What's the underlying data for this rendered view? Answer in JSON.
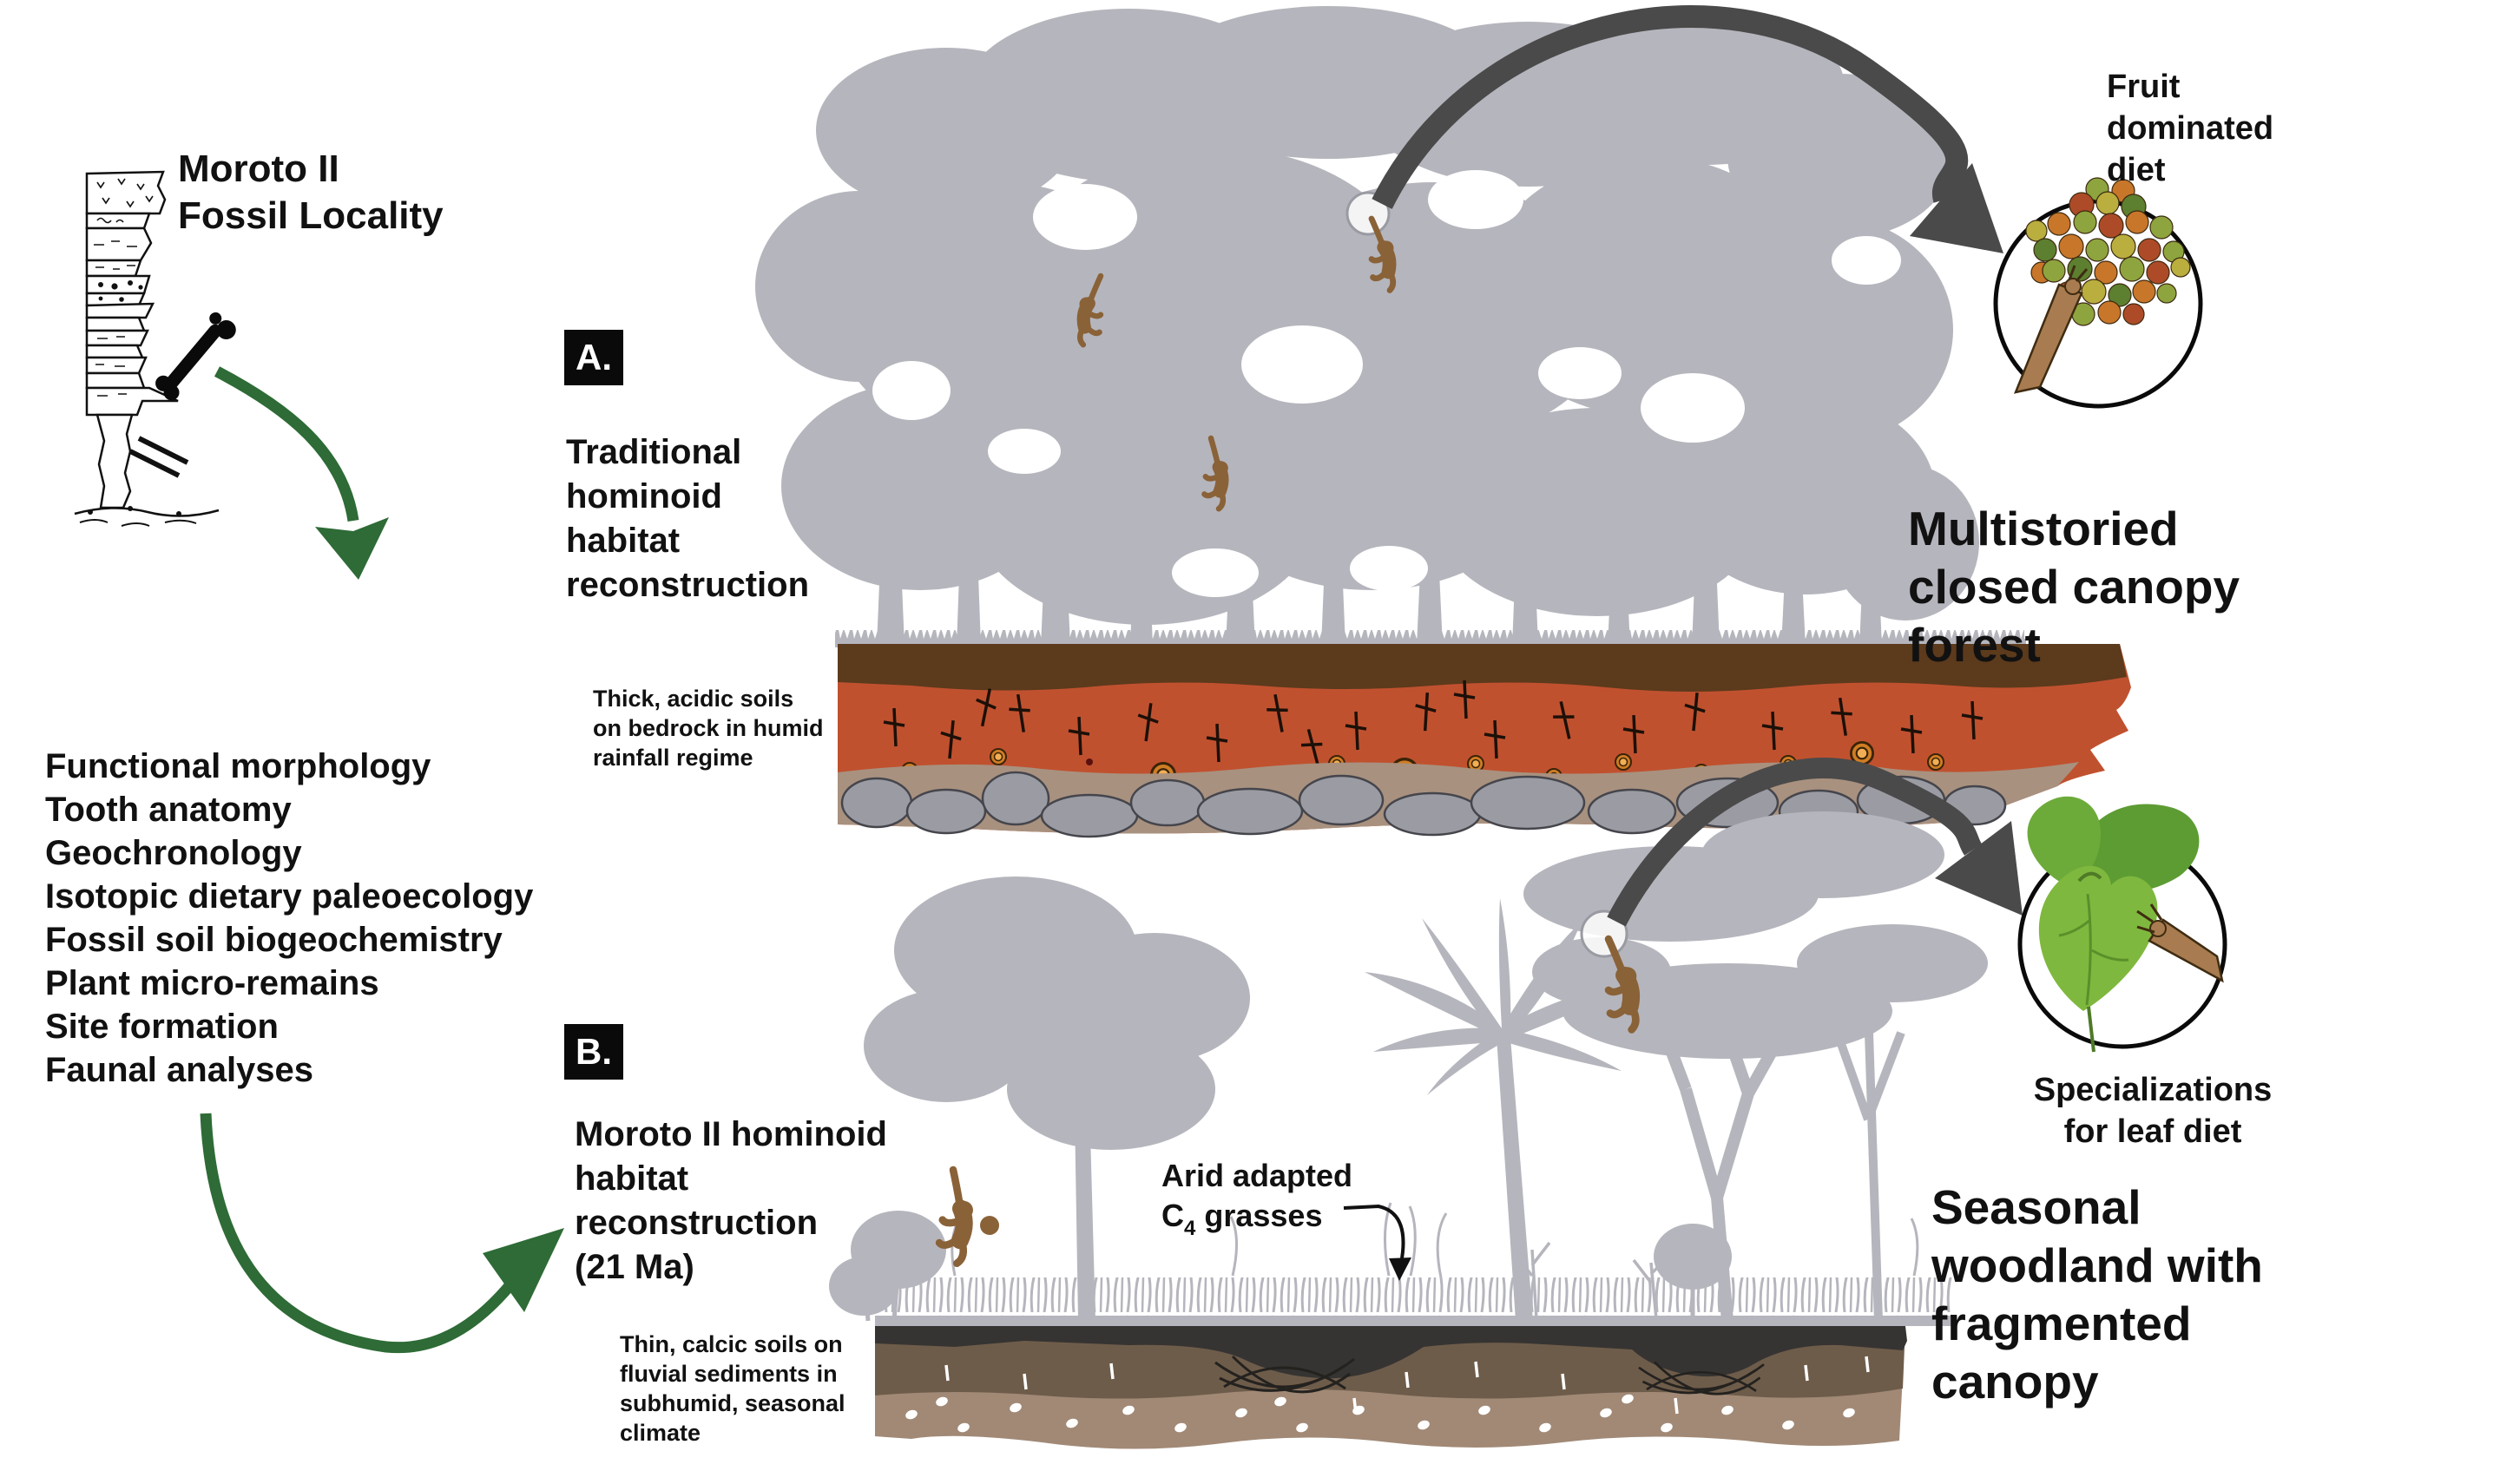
{
  "colors": {
    "forest_gray": "#b5b5bd",
    "green_arrow": "#2e6b36",
    "dark_arrow": "#4a4a4a",
    "ape_brown": "#8a6238",
    "soilA_top_brown": "#5c3a1c",
    "soilA_red": "#c0512f",
    "soilA_tan": "#a8917f",
    "boulder_gray": "#9b9ba3",
    "soilB_black": "#363432",
    "soilB_brown": "#6e5c4a",
    "soilB_tan": "#a18976",
    "leaf_green": "#6cab3a",
    "fruit_orange": "#c8762a"
  },
  "locality": {
    "title_line1": "Moroto II",
    "title_line2": "Fossil Locality"
  },
  "analyses": [
    "Functional morphology",
    "Tooth anatomy",
    "Geochronology",
    "Isotopic dietary paleoecology",
    "Fossil soil biogeochemistry",
    "Plant micro-remains",
    "Site formation",
    "Faunal analyses"
  ],
  "panelA": {
    "label": "A.",
    "caption_lines": [
      "Traditional",
      "hominoid",
      "habitat",
      "reconstruction"
    ],
    "soil_note_lines": [
      "Thick, acidic soils",
      "on bedrock in humid",
      "rainfall regime"
    ],
    "diet_lines": [
      "Fruit",
      "dominated",
      "diet"
    ],
    "habitat_lines": [
      "Multistoried",
      "closed canopy",
      "forest"
    ]
  },
  "panelB": {
    "label": "B.",
    "caption_lines": [
      "Moroto II hominoid",
      "habitat",
      "reconstruction",
      "(21 Ma)"
    ],
    "soil_note_lines": [
      "Thin, calcic soils on",
      "fluvial sediments in",
      "subhumid, seasonal",
      "climate"
    ],
    "grass_label": {
      "line1": "Arid adapted",
      "c": "C",
      "sub": "4",
      "rest": " grasses"
    },
    "diet_lines": [
      "Specializations",
      "for leaf diet"
    ],
    "habitat_lines": [
      "Seasonal",
      "woodland with",
      "fragmented",
      "canopy"
    ]
  }
}
